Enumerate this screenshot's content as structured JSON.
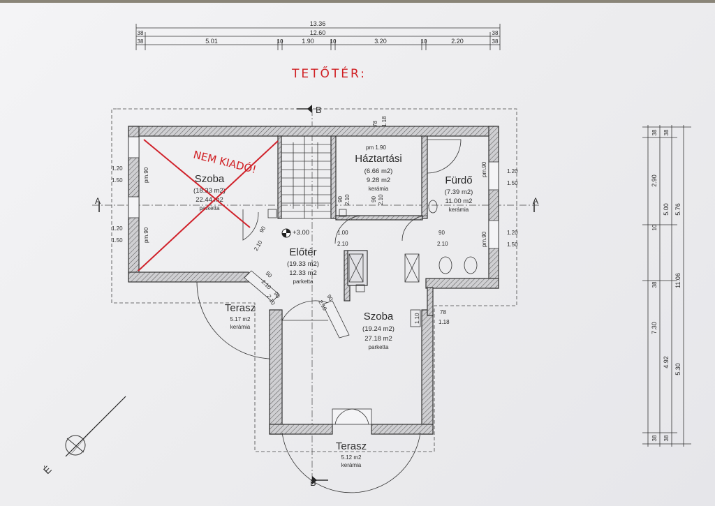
{
  "heading": "TETŐTÉR:",
  "stamp": "NEM KIADÓ!",
  "section_marker": "B",
  "axis_marker": "A",
  "top_dims": {
    "overall": "13.36",
    "inner": "12.60",
    "end": "38",
    "segments": [
      "5.01",
      "10",
      "1.90",
      "10",
      "3.20",
      "10",
      "2.20"
    ]
  },
  "right_dims": {
    "end": "38",
    "a": "2.90",
    "b": "5.00",
    "c": "5.76",
    "wall": "10",
    "d": "11.06",
    "e": "7.30",
    "f": "4.92",
    "g": "5.30"
  },
  "rooms": {
    "szoba_left": {
      "name": "Szoba",
      "net": "(18.33 m2)",
      "gross": "22.44 m2",
      "finish": "parketta"
    },
    "haztartasi": {
      "name": "Háztartási",
      "net": "(6.66 m2)",
      "gross": "9.28 m2",
      "finish": "kerámia"
    },
    "furdo": {
      "name": "Fürdő",
      "net": "(7.39 m2)",
      "gross": "11.00 m2",
      "finish": "kerámia"
    },
    "eloter": {
      "name": "Előtér",
      "net": "(19.33 m2)",
      "gross": "12.33 m2",
      "finish": "parketta",
      "level": "+3.00"
    },
    "szoba_right": {
      "name": "Szoba",
      "net": "(19.24 m2)",
      "gross": "27.18 m2",
      "finish": "parketta"
    },
    "terasz_left": {
      "name": "Terasz",
      "net": "5.17 m2",
      "finish": "kerámia"
    },
    "terasz_bottom": {
      "name": "Terasz",
      "net": "5.12 m2",
      "finish": "kerámia"
    }
  },
  "openings": {
    "w_left_top": [
      "1.20",
      "1.50",
      "pm.90"
    ],
    "w_left_bot": [
      "1.20",
      "1.50",
      "pm.90"
    ],
    "w_right_top": [
      "1.20",
      "1.50",
      "pm.90"
    ],
    "w_right_bot": [
      "1.20",
      "1.50",
      "pm.90"
    ],
    "haz_top": [
      "pm 1.90",
      "78",
      "1.18"
    ],
    "haz_door_l": [
      "90",
      "2.10"
    ],
    "haz_door_r": [
      "90",
      "2.10"
    ],
    "furdo_door": [
      "90",
      "2.10"
    ],
    "eloter_door": [
      "1.00",
      "2.10"
    ],
    "szoba_diag_door": [
      "90",
      "2.10"
    ],
    "terasz_l_door": [
      "50",
      "2.10"
    ],
    "szoba_l_door": [
      "90",
      "2.10"
    ],
    "szoba_r_side": [
      "1.10",
      "78",
      "1.18"
    ],
    "eloter_d2": [
      "90",
      "2.10"
    ]
  }
}
